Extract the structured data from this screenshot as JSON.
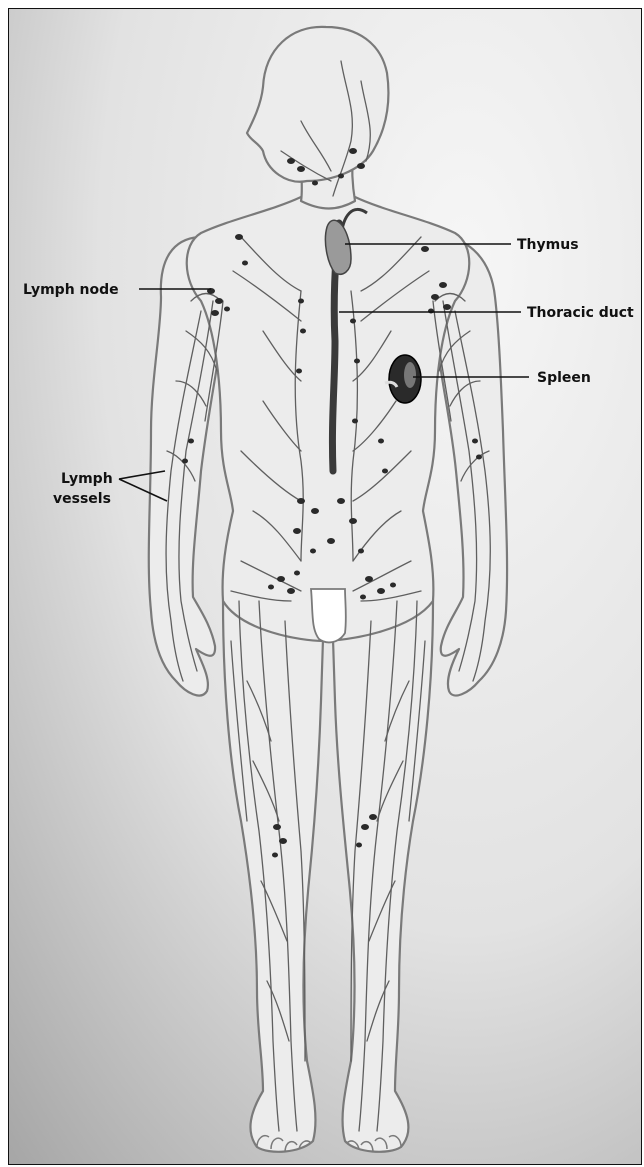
{
  "labels": {
    "thymus": "Thymus",
    "lymph_node": "Lymph node",
    "thoracic_duct": "Thoracic duct",
    "spleen": "Spleen",
    "lymph_vessels_line1": "Lymph",
    "lymph_vessels_line2": "vessels"
  },
  "colors": {
    "background_light": "#f3f3f3",
    "background_dark": "#a9a9a9",
    "outline": "#7a7a7a",
    "vessels": "#5f5f5f",
    "nodes": "#2a2a2a",
    "label_text": "#111111"
  }
}
